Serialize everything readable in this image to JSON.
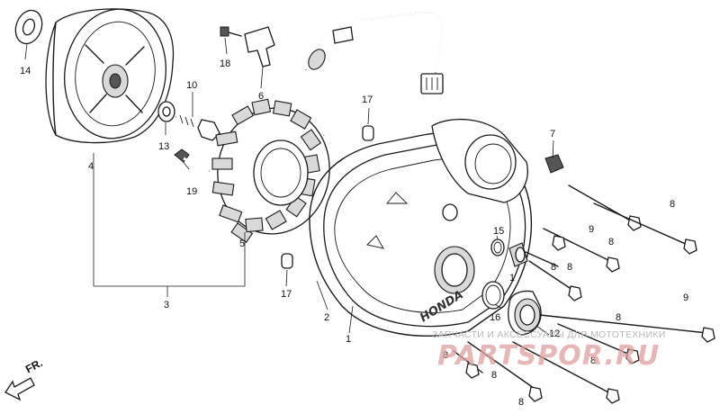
{
  "callouts": [
    {
      "id": "c1",
      "text": "1"
    },
    {
      "id": "c2",
      "text": "2"
    },
    {
      "id": "c3",
      "text": "3"
    },
    {
      "id": "c4",
      "text": "4"
    },
    {
      "id": "c5",
      "text": "5"
    },
    {
      "id": "c6",
      "text": "6"
    },
    {
      "id": "c7",
      "text": "7"
    },
    {
      "id": "c8a",
      "text": "8"
    },
    {
      "id": "c8b",
      "text": "8"
    },
    {
      "id": "c8c",
      "text": "8"
    },
    {
      "id": "c8d",
      "text": "8"
    },
    {
      "id": "c8e",
      "text": "8"
    },
    {
      "id": "c8f",
      "text": "8"
    },
    {
      "id": "c8g",
      "text": "8"
    },
    {
      "id": "c8h",
      "text": "8"
    },
    {
      "id": "c8i",
      "text": "8"
    },
    {
      "id": "c9a",
      "text": "9"
    },
    {
      "id": "c9b",
      "text": "9"
    },
    {
      "id": "c10",
      "text": "10"
    },
    {
      "id": "c12",
      "text": "12"
    },
    {
      "id": "c13",
      "text": "13"
    },
    {
      "id": "c14",
      "text": "14"
    },
    {
      "id": "c15",
      "text": "15"
    },
    {
      "id": "c16",
      "text": "16"
    },
    {
      "id": "c17a",
      "text": "17"
    },
    {
      "id": "c17b",
      "text": "17"
    },
    {
      "id": "c18",
      "text": "18"
    },
    {
      "id": "c19",
      "text": "19"
    }
  ],
  "direction_label": "FR.",
  "cover_embossed_text": "HONDA",
  "watermark": {
    "caption": "ЗАПЧАСТИ И АКСЕССУАРЫ ДЛЯ МОТОТЕХНИКИ",
    "logo": "PARTSPOR.RU"
  }
}
